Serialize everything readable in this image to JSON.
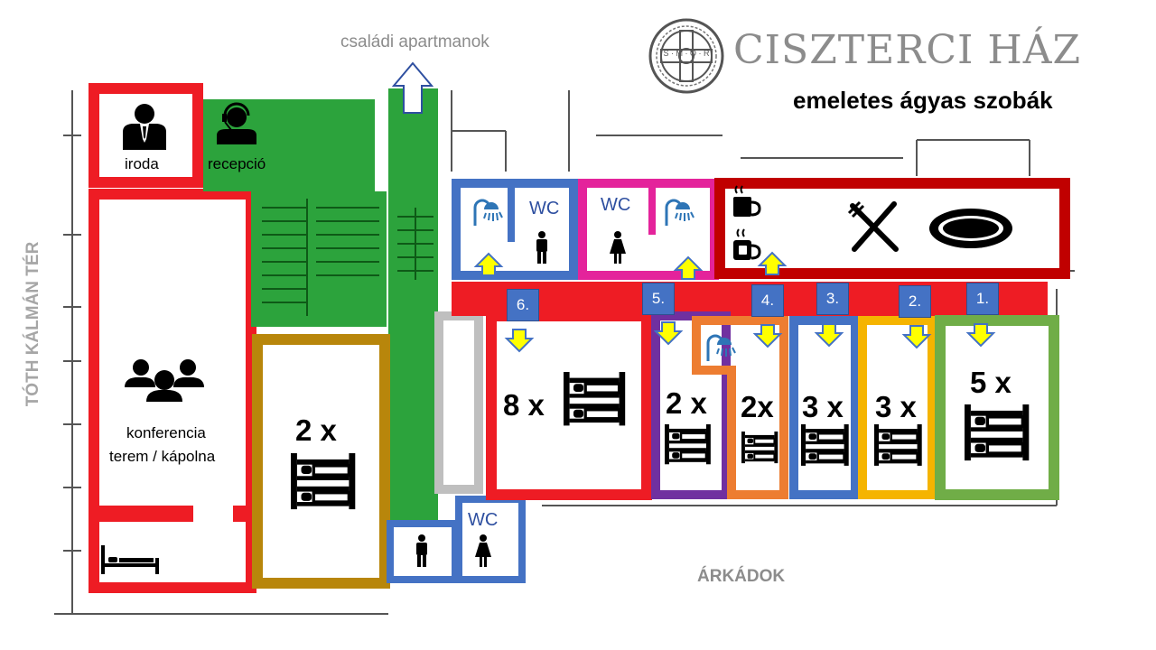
{
  "header": {
    "brand": "CISZTERCI HÁZ",
    "subtitle": "emeletes ágyas szobák",
    "seal_text": "S · M · O · R"
  },
  "streets": {
    "left_street": "TÓTH KÁLMÁN TÉR",
    "bottom_area": "ÁRKÁDOK",
    "top_link": "családi apartmanok"
  },
  "rooms": {
    "office": "iroda",
    "reception": "recepció",
    "conference_line1": "konferencia",
    "conference_line2": "terem / kápolna",
    "left_room_count": "2 x"
  },
  "room_numbers": [
    "1.",
    "2.",
    "3.",
    "4.",
    "5.",
    "6."
  ],
  "bed_counts": {
    "room1": "5 x",
    "room2": "3 x",
    "room3": "3 x",
    "room4": "2x",
    "room5": "2 x",
    "room6": "8 x"
  },
  "wc_labels": {
    "top_left": "WC",
    "top_right": "WC",
    "bottom": "WC"
  },
  "colors": {
    "red": "#ee1c24",
    "green": "#2ca33c",
    "blue": "#4472c4",
    "magenta": "#e4239b",
    "darkred": "#c00000",
    "gold": "#b8860b",
    "purple": "#7030a0",
    "orange": "#ed7d31",
    "amber": "#f5b400",
    "lightgreen": "#70ad47",
    "gray": "#bfbfbf",
    "yellow_arrow": "#ffff00"
  },
  "icons": [
    "businessman-icon",
    "receptionist-icon",
    "group-icon",
    "single-bed-icon",
    "bunk-bed-icon",
    "shower-icon",
    "man-icon",
    "woman-icon",
    "coffee-cup-icon",
    "fork-knife-icon",
    "plate-icon",
    "arrow-down-icon",
    "arrow-up-icon",
    "seal-icon"
  ]
}
